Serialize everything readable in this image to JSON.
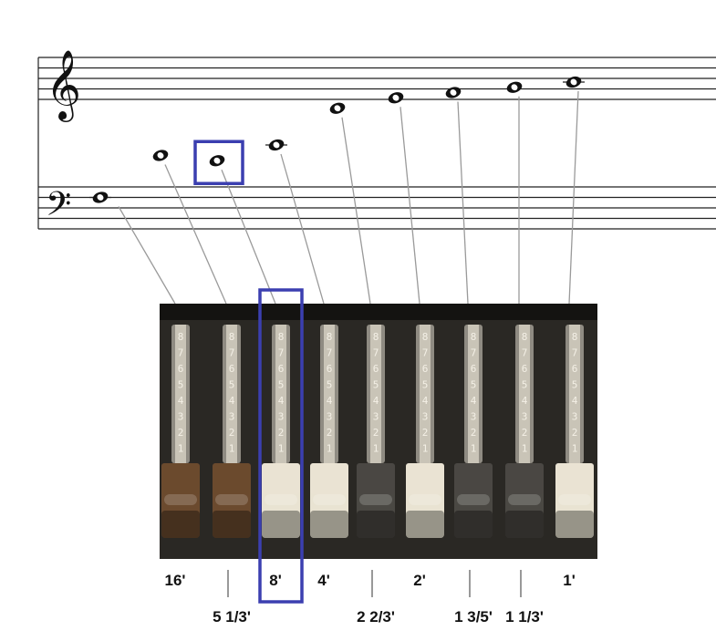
{
  "clefs": {
    "treble": "𝄞",
    "bass": "𝄢"
  },
  "scale_marks": [
    "8",
    "7",
    "6",
    "5",
    "4",
    "3",
    "2",
    "1"
  ],
  "drawbars": [
    {
      "footage": "16'",
      "label_row": "upper",
      "color": "#6b4a2e",
      "note_step": -2,
      "highlighted": false
    },
    {
      "footage": "5 1/3'",
      "label_row": "lower",
      "color": "#6b4a2e",
      "note_step": 6,
      "highlighted": false
    },
    {
      "footage": "8'",
      "label_row": "upper",
      "color": "#e9e3d2",
      "note_step": 5,
      "highlighted": true
    },
    {
      "footage": "4'",
      "label_row": "upper",
      "color": "#e9e3d2",
      "note_step": 8,
      "highlighted": false
    },
    {
      "footage": "2 2/3'",
      "label_row": "lower",
      "color": "#4a4843",
      "note_step": 15,
      "highlighted": false
    },
    {
      "footage": "2'",
      "label_row": "upper",
      "color": "#e9e3d2",
      "note_step": 17,
      "highlighted": false
    },
    {
      "footage": "1 3/5'",
      "label_row": "lower",
      "color": "#4a4843",
      "note_step": 18,
      "highlighted": false
    },
    {
      "footage": "1 1/3'",
      "label_row": "lower",
      "color": "#4a4843",
      "note_step": 19,
      "highlighted": false
    },
    {
      "footage": "1'",
      "label_row": "upper",
      "color": "#e9e3d2",
      "note_step": 20,
      "highlighted": false
    }
  ],
  "colors": {
    "highlight": "#3b3fb0",
    "panel": "#2a2824",
    "staff": "#222222",
    "leader": "#9a9a9a"
  }
}
